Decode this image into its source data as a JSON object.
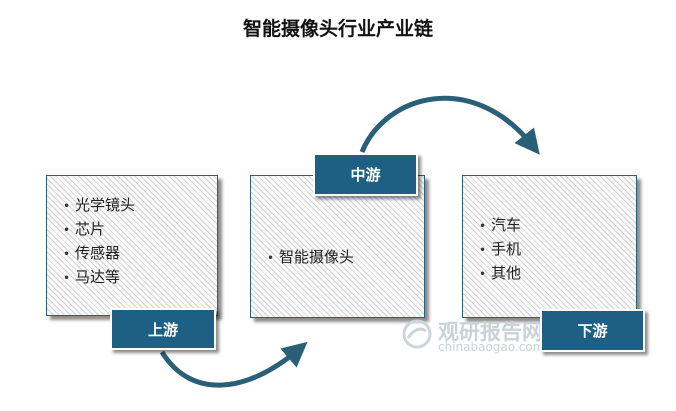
{
  "title": "智能摄像头行业产业链",
  "upstream": {
    "label": "上游",
    "items": [
      "光学镜头",
      "芯片",
      "传感器",
      "马达等"
    ]
  },
  "midstream": {
    "label": "中游",
    "items": [
      "智能摄像头"
    ]
  },
  "downstream": {
    "label": "下游",
    "items": [
      "汽车",
      "手机",
      "其他"
    ]
  },
  "watermark": {
    "text": "观研报告网",
    "url": "chinabaogao.com"
  },
  "colors": {
    "accent": "#1e6083",
    "border": "#2b5f78"
  }
}
